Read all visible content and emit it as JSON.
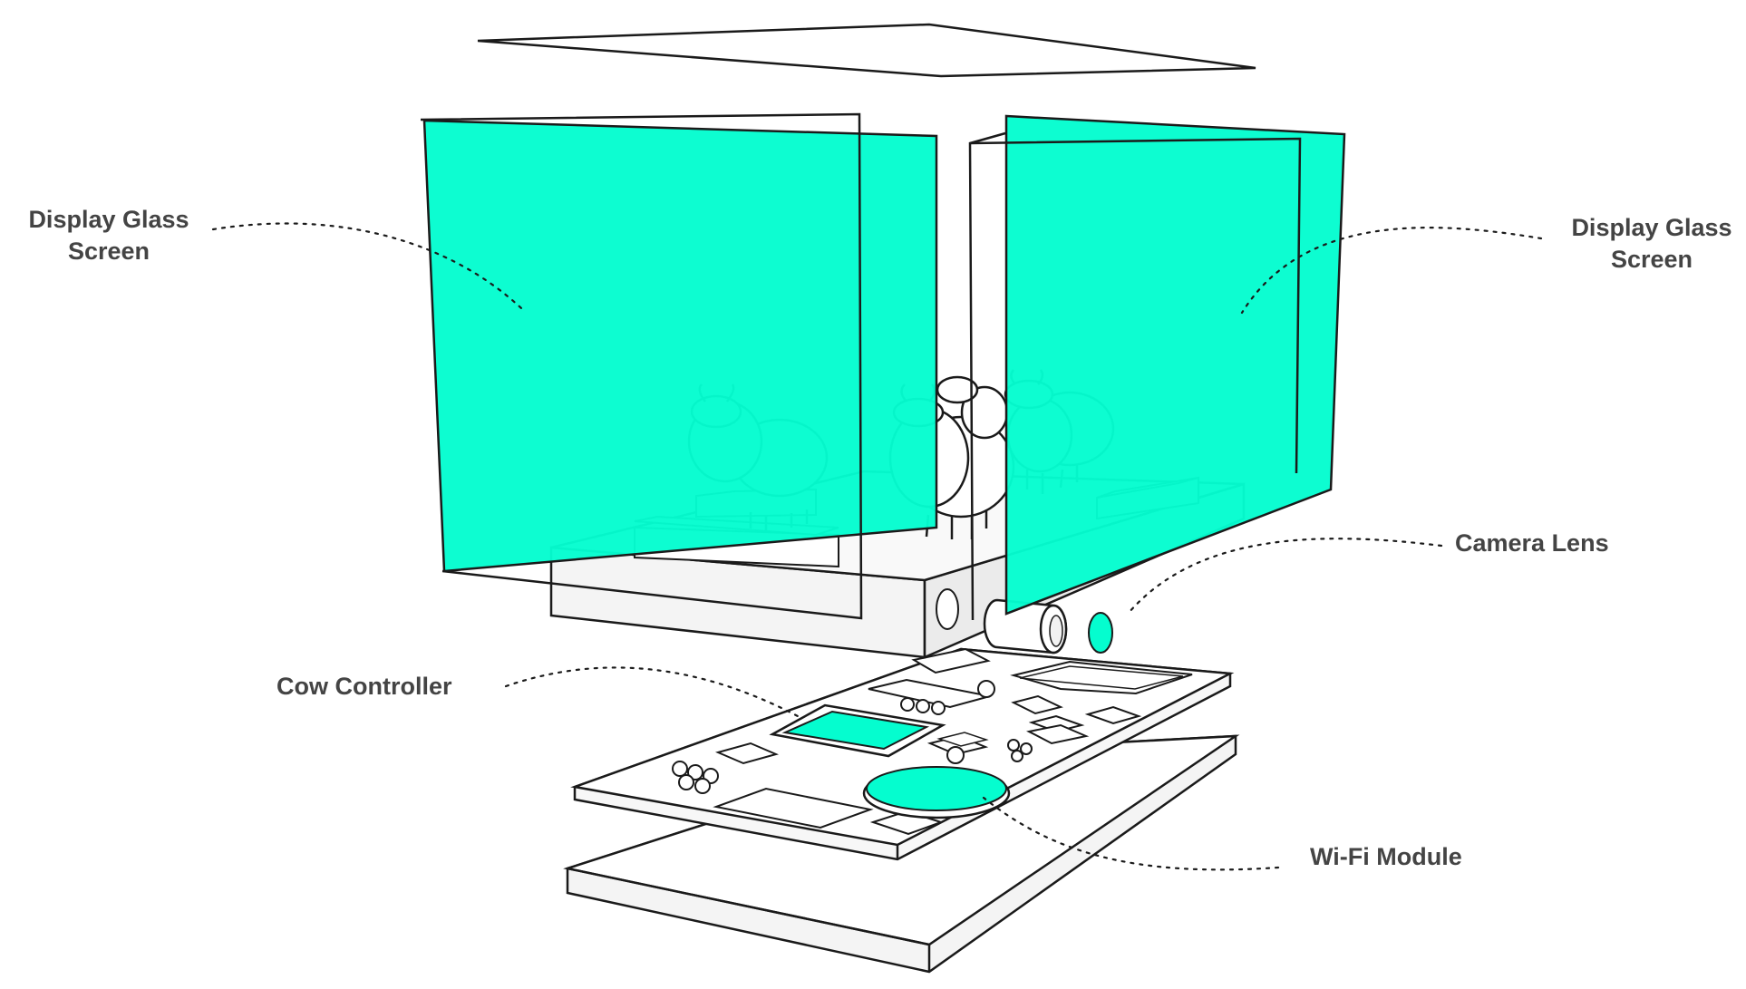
{
  "colors": {
    "accent": "#05fdcf",
    "stroke": "#1a1a1a",
    "label": "#444444",
    "surface": "#ffffff",
    "base_shade": "#f2f2f2"
  },
  "labels": {
    "left_glass": {
      "line1": "Display Glass",
      "line2": "Screen"
    },
    "right_glass": {
      "line1": "Display Glass",
      "line2": "Screen"
    },
    "camera_lens": "Camera Lens",
    "cow_controller": "Cow Controller",
    "wifi_module": "Wi-Fi Module"
  }
}
